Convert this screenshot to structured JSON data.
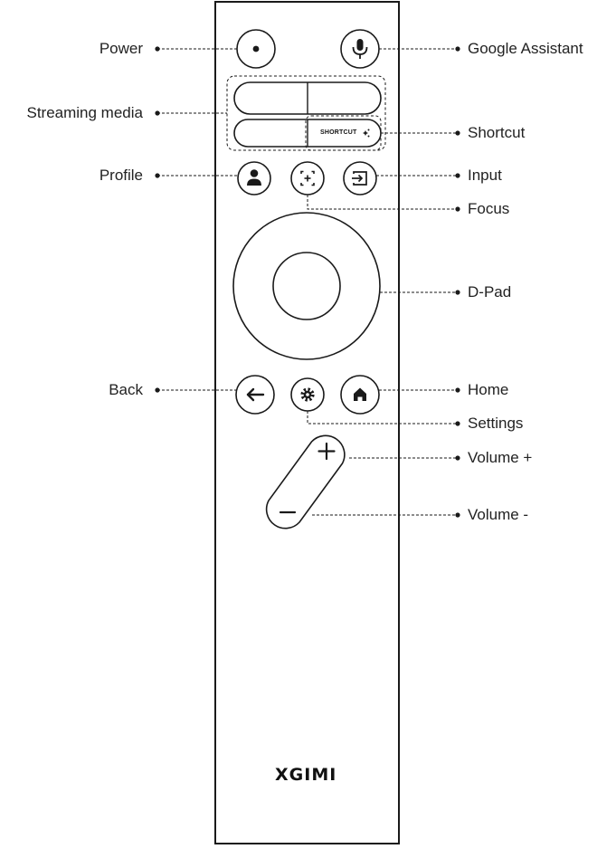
{
  "labels": {
    "power": "Power",
    "streaming_media": "Streaming media",
    "profile": "Profile",
    "back": "Back",
    "google_assistant": "Google Assistant",
    "shortcut": "Shortcut",
    "input": "Input",
    "focus": "Focus",
    "dpad": "D-Pad",
    "home": "Home",
    "settings": "Settings",
    "volume_up": "Volume +",
    "volume_down": "Volume -"
  },
  "remote": {
    "shortcut_key_text": "SHORTCUT",
    "brand": "XGIMI"
  },
  "icons": {
    "power": "dot-icon",
    "assistant": "microphone-icon",
    "profile": "person-icon",
    "focus": "focus-plus-icon",
    "input": "input-arrow-icon",
    "back": "arrow-left-icon",
    "settings": "gear-icon",
    "home": "home-icon",
    "volume_up": "plus-icon",
    "volume_down": "minus-icon"
  },
  "colors": {
    "outline": "#1a1a1a",
    "fill": "#ffffff"
  }
}
